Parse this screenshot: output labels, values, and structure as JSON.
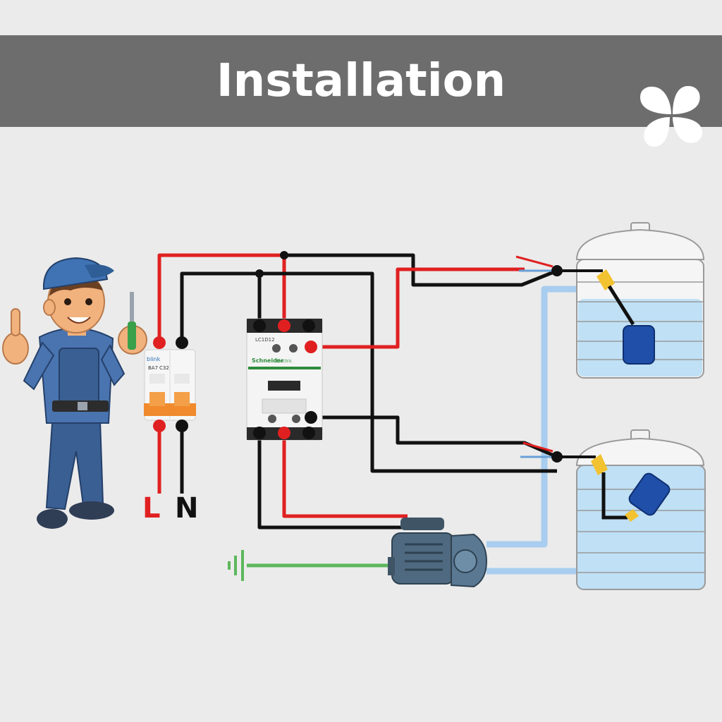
{
  "header": {
    "title": "Installation",
    "logo_icon": "four-petal-logo-icon"
  },
  "breaker": {
    "brand": "blink",
    "model": "BA7",
    "rating": "C32"
  },
  "contactor": {
    "model": "LC1D12",
    "brand": "Schneider",
    "sub_brand": "Electric"
  },
  "terminals": {
    "line": "L",
    "neutral": "N"
  },
  "colors": {
    "header_bg": "#6d6d6d",
    "live_wire": "#e02020",
    "neutral_wire": "#111111",
    "ground_wire": "#5cb85c",
    "water_pipe": "#a8cdef",
    "water": "#bfe0f5",
    "float_switch": "#1f4fa8"
  },
  "icons": [
    "technician-figure",
    "circuit-breaker",
    "contactor",
    "water-pump",
    "upper-water-tank",
    "lower-water-tank",
    "float-switch-icon",
    "ground-symbol-icon"
  ]
}
